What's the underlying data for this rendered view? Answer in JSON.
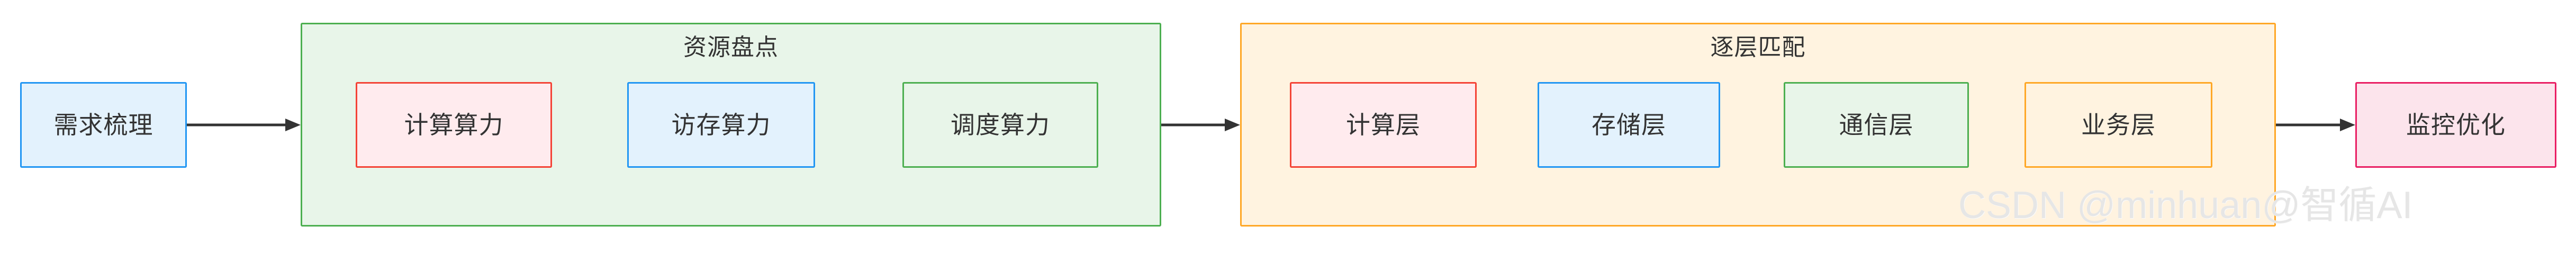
{
  "diagram": {
    "type": "flowchart",
    "direction": "left-to-right",
    "background": "#ffffff",
    "start_node": {
      "label": "需求梳理",
      "fill": "#e3f2fd",
      "stroke": "#2196f3"
    },
    "end_node": {
      "label": "监控优化",
      "fill": "#fce4ec",
      "stroke": "#e91e63"
    },
    "groups": [
      {
        "title": "资源盘点",
        "fill": "#e8f5e9",
        "stroke": "#4caf50",
        "nodes": [
          {
            "label": "计算算力",
            "fill": "#ffebee",
            "stroke": "#f44336"
          },
          {
            "label": "访存算力",
            "fill": "#e3f2fd",
            "stroke": "#2196f3"
          },
          {
            "label": "调度算力",
            "fill": "#e8f5e9",
            "stroke": "#4caf50"
          }
        ]
      },
      {
        "title": "逐层匹配",
        "fill": "#fff3e0",
        "stroke": "#ffa726",
        "nodes": [
          {
            "label": "计算层",
            "fill": "#ffebee",
            "stroke": "#f44336"
          },
          {
            "label": "存储层",
            "fill": "#e3f2fd",
            "stroke": "#2196f3"
          },
          {
            "label": "通信层",
            "fill": "#e8f5e9",
            "stroke": "#4caf50"
          },
          {
            "label": "业务层",
            "fill": "#fff3e0",
            "stroke": "#ffa726"
          }
        ]
      }
    ],
    "connectors": [
      {
        "from": "需求梳理",
        "to": "资源盘点",
        "style": "solid-arrow"
      },
      {
        "from": "资源盘点",
        "to": "逐层匹配",
        "style": "solid-arrow"
      },
      {
        "from": "逐层匹配",
        "to": "监控优化",
        "style": "solid-arrow"
      }
    ]
  },
  "watermark": {
    "text": "CSDN @minhuan@智循AI",
    "color": "#e6e6e6"
  }
}
